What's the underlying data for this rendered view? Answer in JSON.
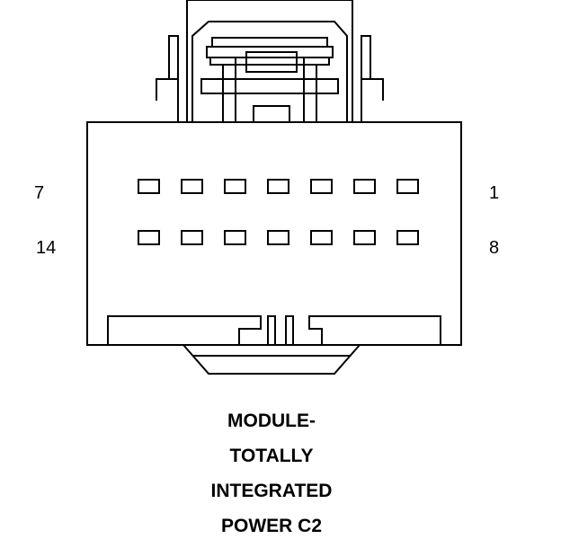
{
  "pin_labels": {
    "top_left": "7",
    "bottom_left": "14",
    "top_right": "1",
    "bottom_right": "8"
  },
  "caption_lines": [
    "MODULE-",
    "TOTALLY",
    "INTEGRATED",
    "POWER C2"
  ],
  "colors": {
    "line": "#000000",
    "background": "#ffffff"
  }
}
